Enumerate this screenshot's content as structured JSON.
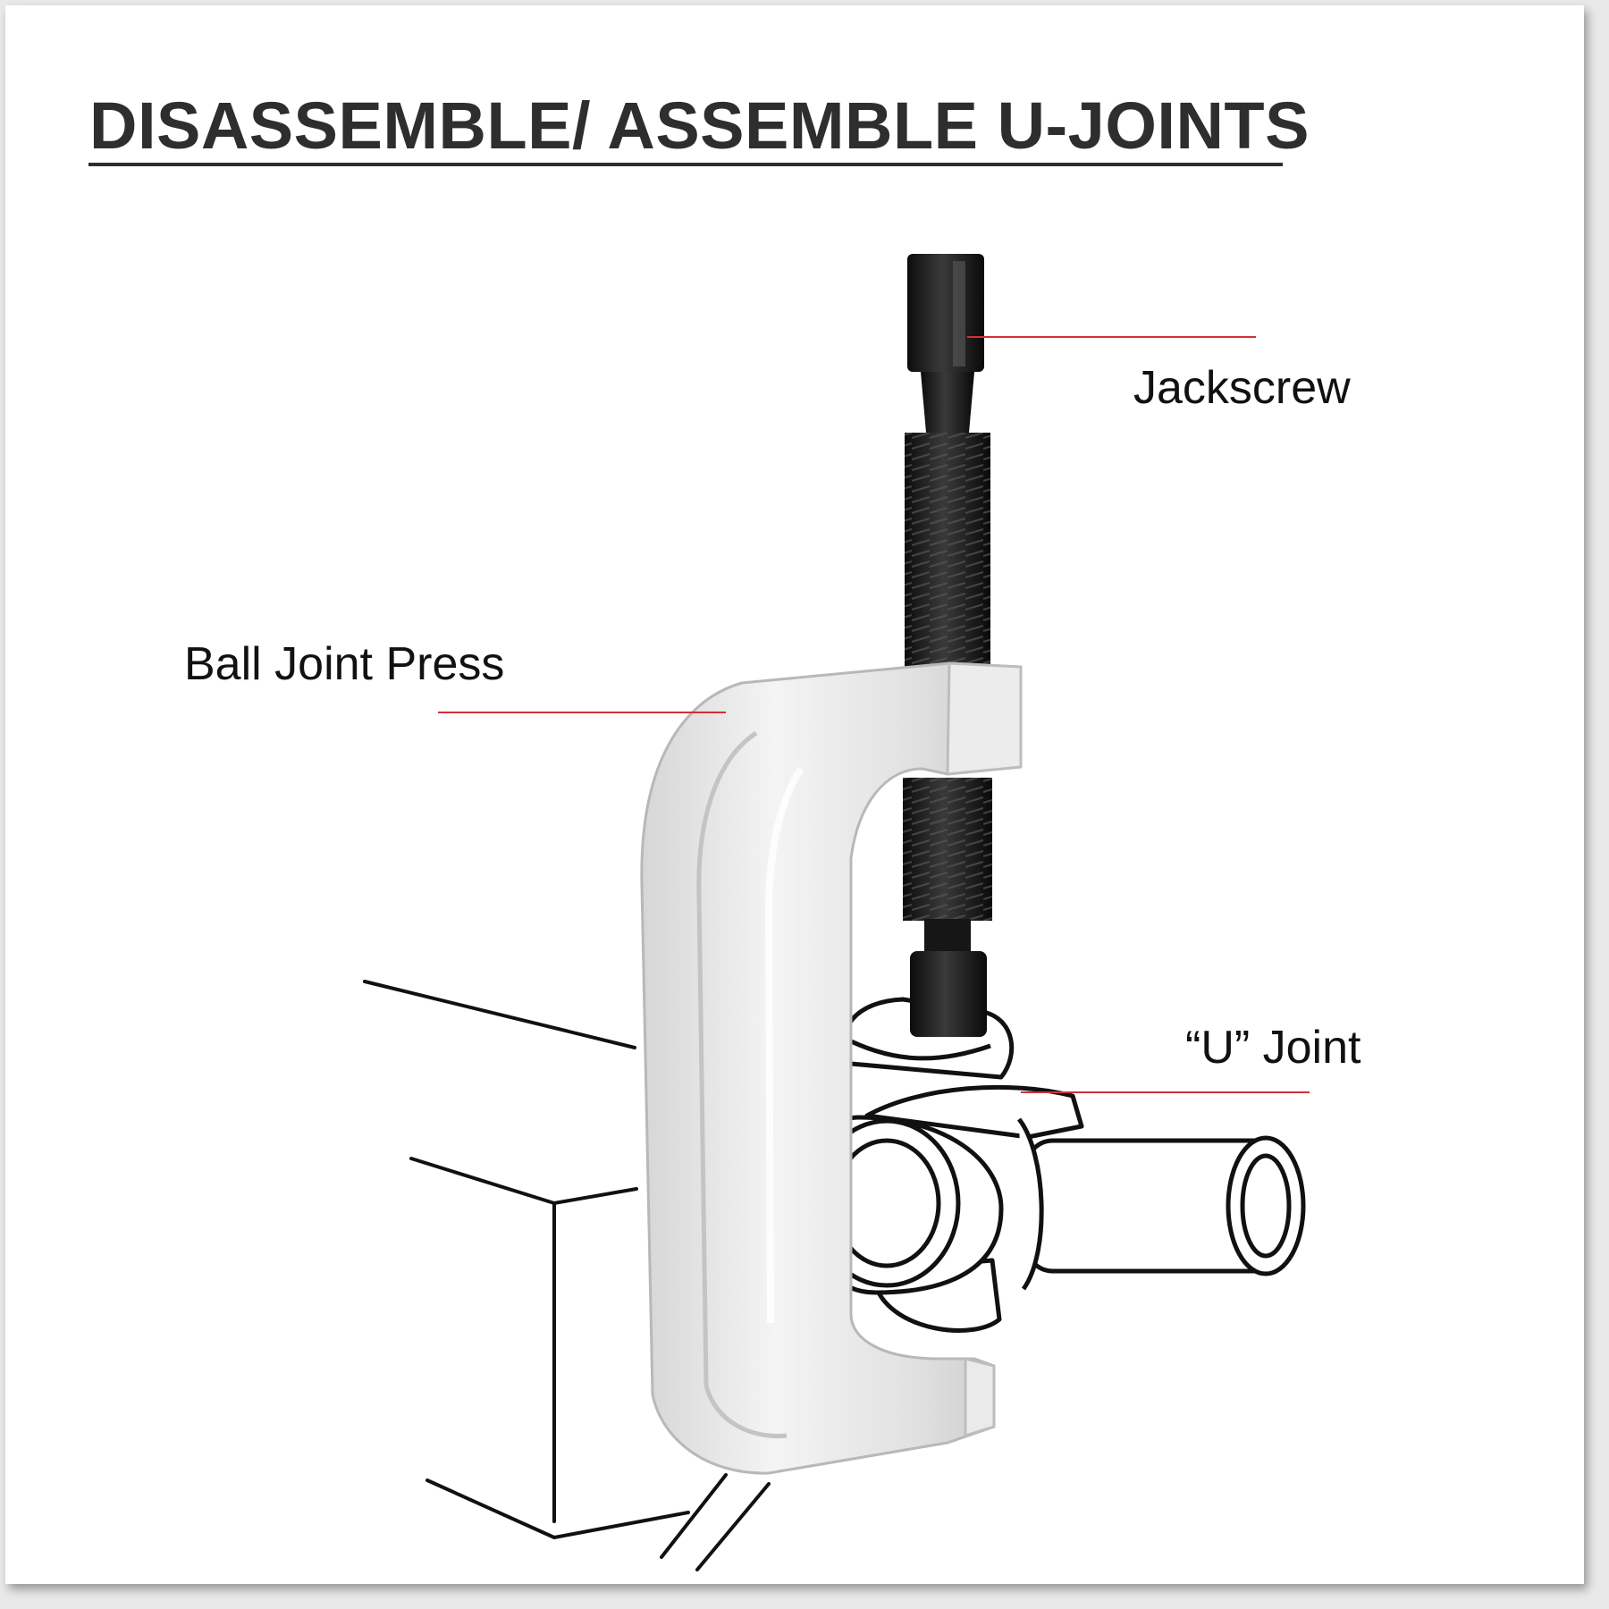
{
  "title": "DISASSEMBLE/ ASSEMBLE U-JOINTS",
  "labels": {
    "jackscrew": "Jackscrew",
    "ball_joint_press": "Ball Joint Press",
    "u_joint": "“U” Joint"
  },
  "colors": {
    "title": "#2e2e2e",
    "leader_line": "#d0303a",
    "press_body": "#e8e8e8",
    "screw": "#1f1f1f",
    "line_art": "#111111"
  }
}
